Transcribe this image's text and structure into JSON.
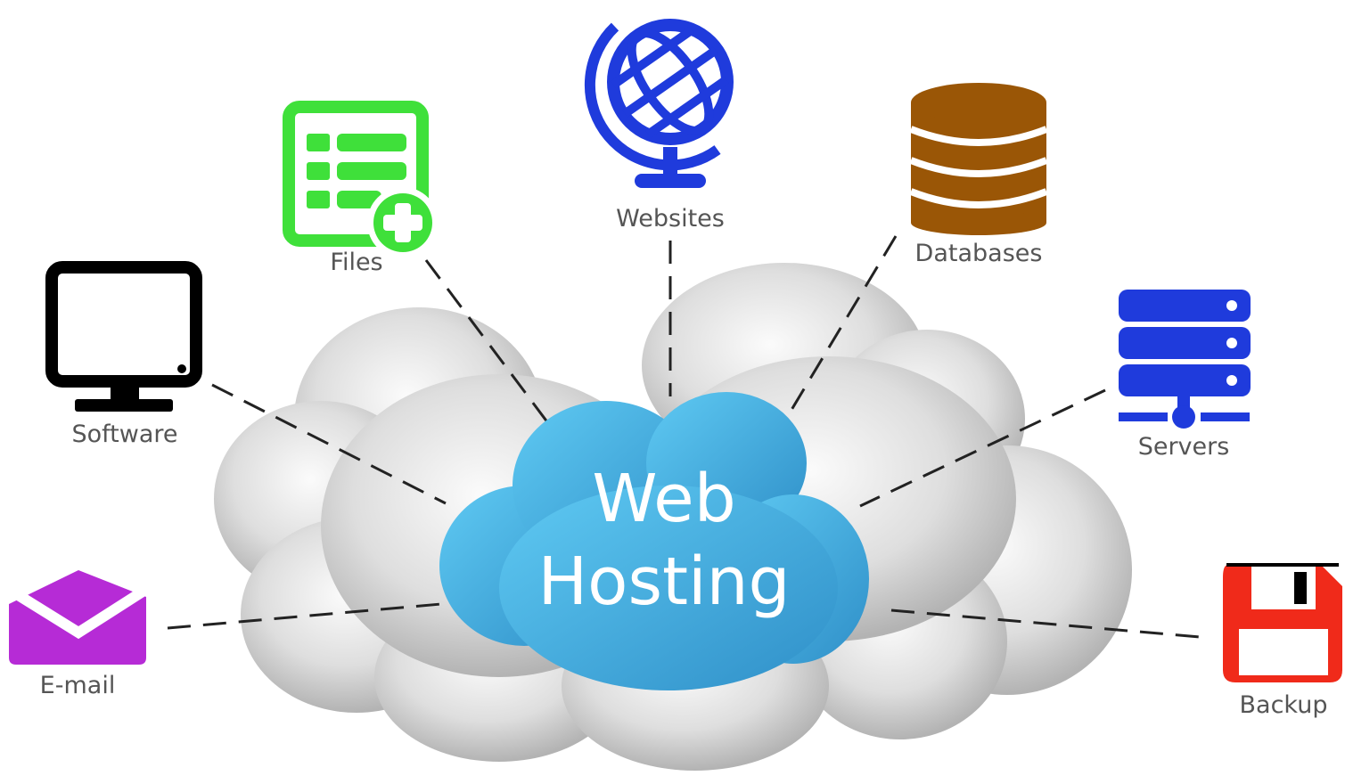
{
  "hub": {
    "line1": "Web",
    "line2": "Hosting"
  },
  "nodes": {
    "files": {
      "label": "Files"
    },
    "websites": {
      "label": "Websites"
    },
    "databases": {
      "label": "Databases"
    },
    "software": {
      "label": "Software"
    },
    "servers": {
      "label": "Servers"
    },
    "email": {
      "label": "E-mail"
    },
    "backup": {
      "label": "Backup"
    }
  },
  "colors": {
    "files": "#3fe03a",
    "websites": "#1f3bdc",
    "databases": "#9a5606",
    "software": "#000000",
    "servers": "#1f3bdc",
    "email": "#b62bd6",
    "backup": "#f02a1a",
    "hub": "#4fb6e6",
    "cloud": "#d9d9d9"
  },
  "icons": {
    "files": "file-list-add-icon",
    "websites": "globe-icon",
    "databases": "database-icon",
    "software": "monitor-icon",
    "servers": "server-rack-icon",
    "email": "envelope-icon",
    "backup": "floppy-disk-icon"
  }
}
